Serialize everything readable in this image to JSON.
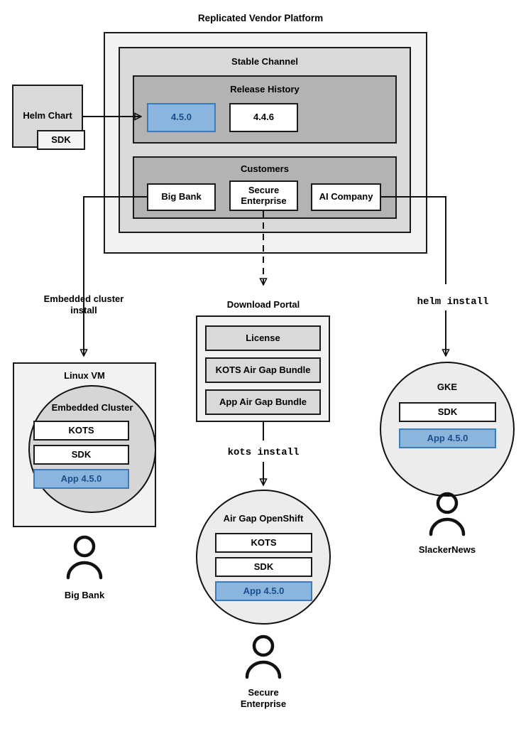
{
  "diagram": {
    "title": "Replicated Vendor Platform"
  },
  "source": {
    "helm_chart": "Helm Chart",
    "sdk": "SDK"
  },
  "platform": {
    "stable_channel": "Stable Channel",
    "release_history": {
      "title": "Release History",
      "releases": [
        {
          "version": "4.5.0",
          "highlighted": true
        },
        {
          "version": "4.4.6",
          "highlighted": false
        }
      ]
    },
    "customers": {
      "title": "Customers",
      "items": [
        {
          "name": "Big Bank"
        },
        {
          "name": "Secure\nEnterprise"
        },
        {
          "name": "AI Company"
        }
      ]
    }
  },
  "flows": {
    "embedded_cluster_install": "Embedded cluster\ninstall",
    "kots_install": "kots install",
    "helm_install": "helm install"
  },
  "targets": {
    "linux_vm": {
      "title": "Linux VM",
      "cluster_title": "Embedded Cluster",
      "components": [
        {
          "label": "KOTS",
          "highlighted": false
        },
        {
          "label": "SDK",
          "highlighted": false
        },
        {
          "label": "App 4.5.0",
          "highlighted": true
        }
      ],
      "customer": "Big Bank"
    },
    "download_portal": {
      "title": "Download Portal",
      "artifacts": [
        {
          "label": "License"
        },
        {
          "label": "KOTS Air Gap Bundle"
        },
        {
          "label": "App Air Gap Bundle"
        }
      ]
    },
    "air_gap_openshift": {
      "title": "Air Gap OpenShift",
      "components": [
        {
          "label": "KOTS",
          "highlighted": false
        },
        {
          "label": "SDK",
          "highlighted": false
        },
        {
          "label": "App 4.5.0",
          "highlighted": true
        }
      ],
      "customer": "Secure\nEnterprise"
    },
    "gke": {
      "title": "GKE",
      "components": [
        {
          "label": "SDK",
          "highlighted": false
        },
        {
          "label": "App 4.5.0",
          "highlighted": true
        }
      ],
      "customer": "SlackerNews"
    }
  },
  "colors": {
    "accent_blue_fill": "#8ab5dd",
    "accent_blue_border": "#3b7bbd",
    "accent_blue_text": "#1a4f8c",
    "stroke": "#1a1a1a",
    "layer1": "#f2f2f2",
    "layer2": "#d9d9d9",
    "layer3": "#b3b3b3",
    "circle_fill": "#ececec"
  }
}
